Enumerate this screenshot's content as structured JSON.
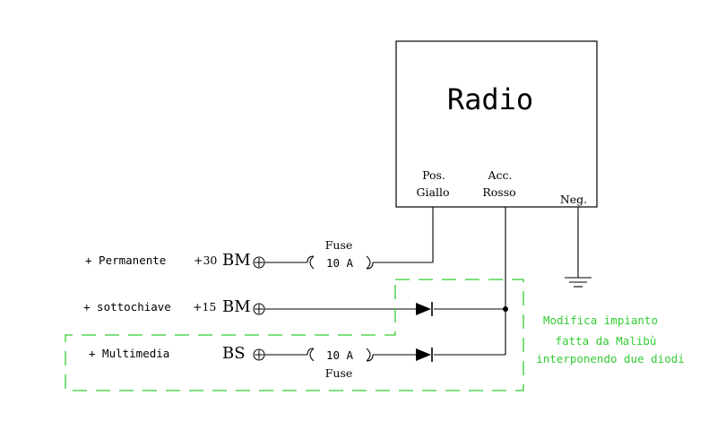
{
  "radio": {
    "title": "Radio",
    "pin_pos": [
      "Pos.",
      "Giallo"
    ],
    "pin_acc": [
      "Acc.",
      "Rosso"
    ],
    "pin_neg": "Neg."
  },
  "inputs": [
    {
      "name": "+ Permanente",
      "terminal": "+30",
      "type": "BM"
    },
    {
      "name": "+ sottochiave",
      "terminal": "+15",
      "type": "BM"
    },
    {
      "name": "+ Multimedia",
      "terminal": "",
      "type": "BS"
    }
  ],
  "fuse_top": {
    "label": "Fuse",
    "rating": "10 A"
  },
  "fuse_bottom": {
    "label": "Fuse",
    "rating": "10 A"
  },
  "note": [
    "Modifica impianto",
    "fatta da Malibù",
    "interponendo due diodi"
  ],
  "colors": {
    "line": "#000000",
    "mod": "#33cc33"
  }
}
